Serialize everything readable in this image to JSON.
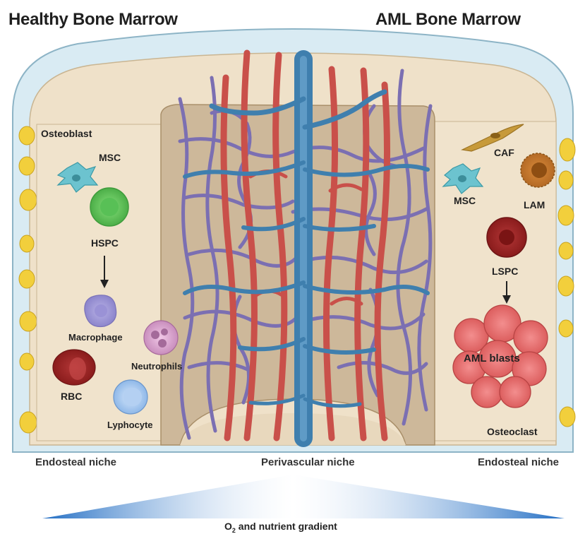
{
  "titles": {
    "left": "Healthy Bone Marrow",
    "right": "AML Bone Marrow"
  },
  "healthy_cells": {
    "osteoblast": "Osteoblast",
    "msc": "MSC",
    "hspc": "HSPC",
    "macrophage": "Macrophage",
    "neutrophils": "Neutrophils",
    "rbc": "RBC",
    "lymphocyte": "Lyphocyte"
  },
  "aml_cells": {
    "caf": "CAF",
    "msc": "MSC",
    "lam": "LAM",
    "lspc": "LSPC",
    "aml_blasts": "AML blasts",
    "osteoclast": "Osteoclast"
  },
  "niches": {
    "left": "Endosteal niche",
    "center": "Perivascular niche",
    "right": "Endosteal niche"
  },
  "gradient": {
    "label_prefix": "O",
    "label_sub": "2",
    "label_suffix": " and nutrient gradient"
  },
  "colors": {
    "bone_outer": "#d7e8f0",
    "marrow": "#efe0c8",
    "vascular_core": "#cbb698",
    "artery": "#c9504a",
    "vein": "#3f7fae",
    "capillary": "#7a6fb0",
    "osteoblast": "#f2cf3c",
    "gradient": "#1565c0"
  }
}
